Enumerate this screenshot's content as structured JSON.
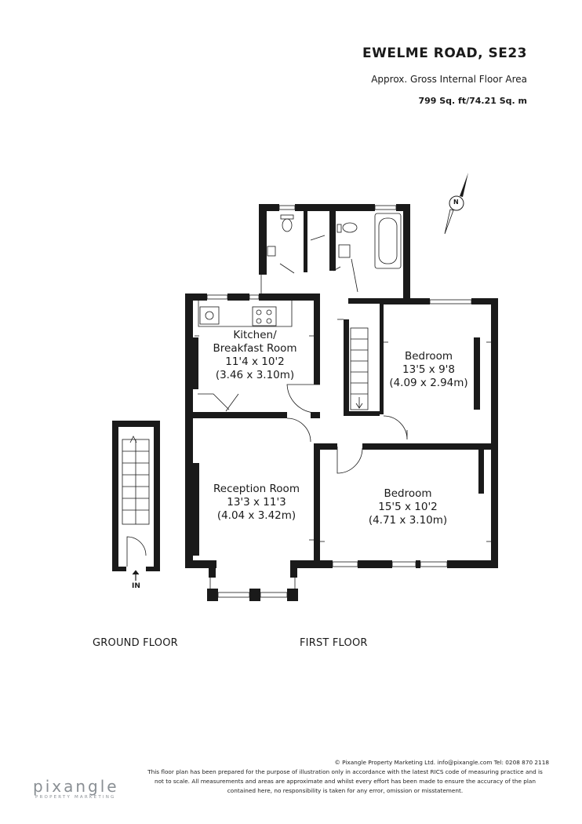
{
  "header": {
    "title": "EWELME ROAD, SE23",
    "subtitle": "Approx. Gross Internal Floor Area",
    "area": "799 Sq. ft/74.21 Sq. m"
  },
  "compass": {
    "label": "N"
  },
  "rooms": [
    {
      "name_lines": [
        "Kitchen/",
        "Breakfast Room"
      ],
      "size_imperial": "11'4 x 10'2",
      "size_metric": "(3.46 x 3.10m)"
    },
    {
      "name_lines": [
        "Bedroom"
      ],
      "size_imperial": "13'5 x 9'8",
      "size_metric": "(4.09 x 2.94m)"
    },
    {
      "name_lines": [
        "Reception Room"
      ],
      "size_imperial": "13'3 x 11'3",
      "size_metric": "(4.04 x 3.42m)"
    },
    {
      "name_lines": [
        "Bedroom"
      ],
      "size_imperial": "15'5 x 10'2",
      "size_metric": "(4.71 x 3.10m)"
    }
  ],
  "entrance_label": "IN",
  "floors": {
    "ground": "GROUND FLOOR",
    "first": "FIRST FLOOR"
  },
  "footer": {
    "copyright": "© Pixangle Property Marketing Ltd. info@pixangle.com Tel: 0208 870 2118",
    "disclaimer_1": "This floor plan has been prepared for the purpose of illustration only in accordance with the latest RICS code of measuring practice and is",
    "disclaimer_2": "not to scale. All measurements and areas are approximate and whilst every effort has been made to ensure the accuracy of the plan",
    "disclaimer_3": "contained here, no responsibility is taken for any error, omission or misstatement."
  },
  "logo": {
    "word": "pixangle",
    "tagline": "PROPERTY MARKETING"
  },
  "colors": {
    "wall": "#1a1a1a",
    "logo": "#8a8f94"
  }
}
